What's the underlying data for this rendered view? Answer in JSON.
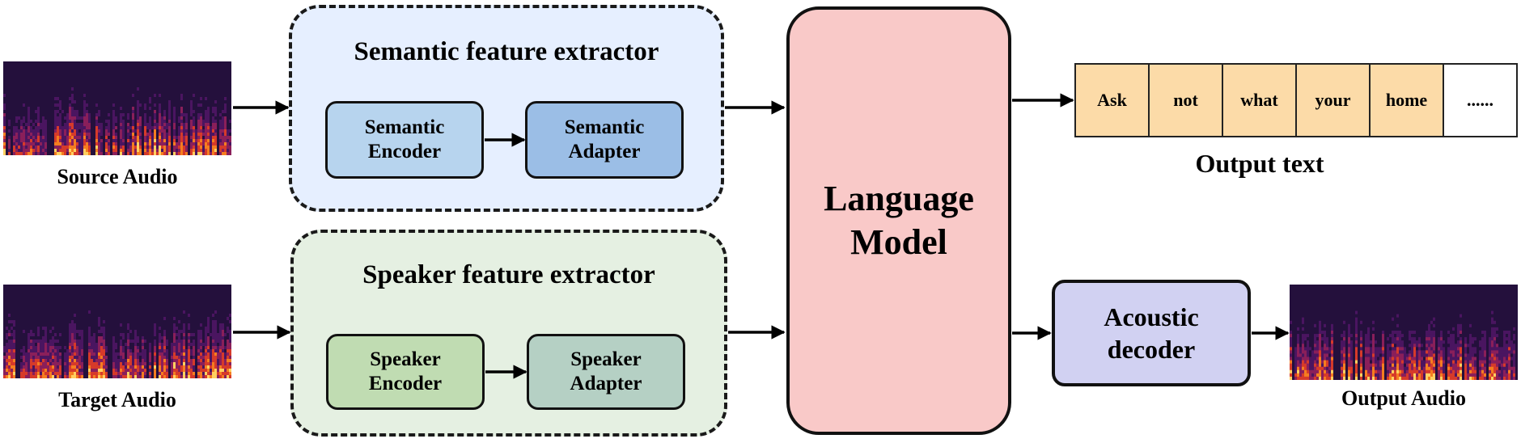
{
  "source_audio": {
    "caption": "Source Audio"
  },
  "target_audio": {
    "caption": "Target Audio"
  },
  "output_audio": {
    "caption": "Output Audio"
  },
  "semantic_extractor": {
    "title": "Semantic feature extractor",
    "encoder": "Semantic\nEncoder",
    "adapter": "Semantic\nAdapter",
    "bg": "#e6efff",
    "encoder_color": "#b7d4ee",
    "adapter_color": "#9bbee6"
  },
  "speaker_extractor": {
    "title": "Speaker feature extractor",
    "encoder": "Speaker\nEncoder",
    "adapter": "Speaker\nAdapter",
    "bg": "#e5f0e2",
    "encoder_color": "#c0dcb2",
    "adapter_color": "#b5d0c4"
  },
  "language_model": {
    "label": "Language\nModel",
    "color": "#f9c9c8"
  },
  "acoustic_decoder": {
    "label": "Acoustic\ndecoder",
    "color": "#d1d1f2"
  },
  "output_text": {
    "tokens": [
      "Ask",
      "not",
      "what",
      "your",
      "home",
      "......"
    ],
    "caption": "Output text",
    "token_color": "#fcdba8"
  }
}
